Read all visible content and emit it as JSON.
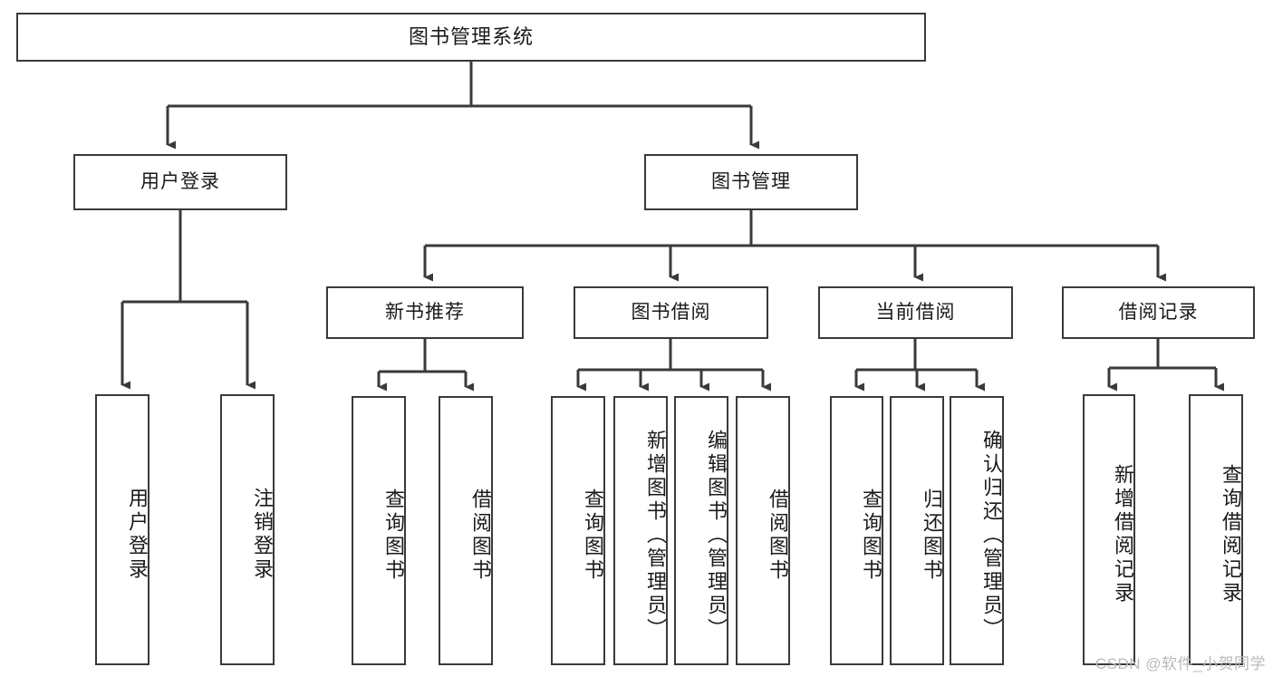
{
  "diagram": {
    "type": "hierarchy-tree",
    "title_text": "图书管理系统",
    "stroke_color": "#3a3a3a",
    "background_color": "#ffffff",
    "levels": 4,
    "root": {
      "id": "root",
      "label": "图书管理系统",
      "orientation": "horizontal"
    },
    "level2": [
      {
        "id": "user-login",
        "label": "用户登录",
        "orientation": "horizontal"
      },
      {
        "id": "book-management",
        "label": "图书管理",
        "orientation": "horizontal"
      }
    ],
    "level3": [
      {
        "id": "new-book-recommend",
        "label": "新书推荐",
        "orientation": "horizontal",
        "parent": "book-management"
      },
      {
        "id": "book-borrow",
        "label": "图书借阅",
        "orientation": "horizontal",
        "parent": "book-management"
      },
      {
        "id": "current-borrow",
        "label": "当前借阅",
        "orientation": "horizontal",
        "parent": "book-management"
      },
      {
        "id": "borrow-record",
        "label": "借阅记录",
        "orientation": "horizontal",
        "parent": "book-management"
      }
    ],
    "leaves": [
      {
        "id": "leaf-user-login",
        "label": "用户登录",
        "parent": "user-login"
      },
      {
        "id": "leaf-logout-login",
        "label": "注销登录",
        "parent": "user-login"
      },
      {
        "id": "leaf-query-book-1",
        "label": "查询图书",
        "parent": "new-book-recommend"
      },
      {
        "id": "leaf-borrow-book-1",
        "label": "借阅图书",
        "parent": "new-book-recommend"
      },
      {
        "id": "leaf-query-book-2",
        "label": "查询图书",
        "parent": "book-borrow"
      },
      {
        "id": "leaf-add-book",
        "label": "新增图书（管理员）",
        "parent": "book-borrow"
      },
      {
        "id": "leaf-edit-book",
        "label": "编辑图书（管理员）",
        "parent": "book-borrow"
      },
      {
        "id": "leaf-borrow-book-2",
        "label": "借阅图书",
        "parent": "book-borrow"
      },
      {
        "id": "leaf-query-book-3",
        "label": "查询图书",
        "parent": "current-borrow"
      },
      {
        "id": "leaf-return-book",
        "label": "归还图书",
        "parent": "current-borrow"
      },
      {
        "id": "leaf-confirm-return",
        "label": "确认归还（管理员）",
        "parent": "current-borrow"
      },
      {
        "id": "leaf-add-borrow-record",
        "label": "新增借阅记录",
        "parent": "borrow-record"
      },
      {
        "id": "leaf-query-borrow-record",
        "label": "查询借阅记录",
        "parent": "borrow-record"
      }
    ]
  },
  "watermark": {
    "text": "CSDN @软件_小贺同学"
  }
}
